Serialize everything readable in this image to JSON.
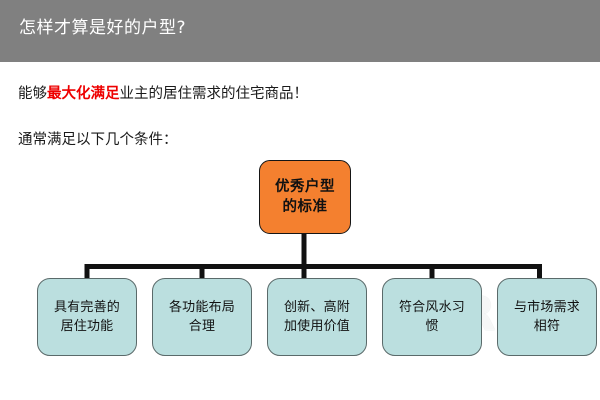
{
  "slide": {
    "title": "怎样才算是好的户型?",
    "title_bar_color": "#808080",
    "title_text_color": "#ffffff",
    "background_color": "#ffffff"
  },
  "body": {
    "line1": {
      "prefix": "能够",
      "emphasis": "最大化满足",
      "suffix": "业主的居住需求的住宅商品！",
      "emphasis_color": "#ee0000"
    },
    "line2": "通常满足以下几个条件："
  },
  "diagram": {
    "root": {
      "line1": "优秀户型",
      "line2": "的标准",
      "fill_color": "#F4802F",
      "border_color": "#151515"
    },
    "leaves": [
      {
        "line1": "具有完善的",
        "line2": "居住功能"
      },
      {
        "line1": "各功能布局",
        "line2": "合理"
      },
      {
        "line1": "创新、高附",
        "line2": "加使用价值"
      },
      {
        "line1": "符合风水习",
        "line2": "惯"
      },
      {
        "line1": "与市场需求",
        "line2": "相符"
      }
    ],
    "leaf_fill_color": "#BBDFDF",
    "leaf_border_color": "#5a6a6a",
    "connector_color": "#111111"
  },
  "watermark": {
    "main": "CRIC",
    "sub": "房产测评"
  }
}
